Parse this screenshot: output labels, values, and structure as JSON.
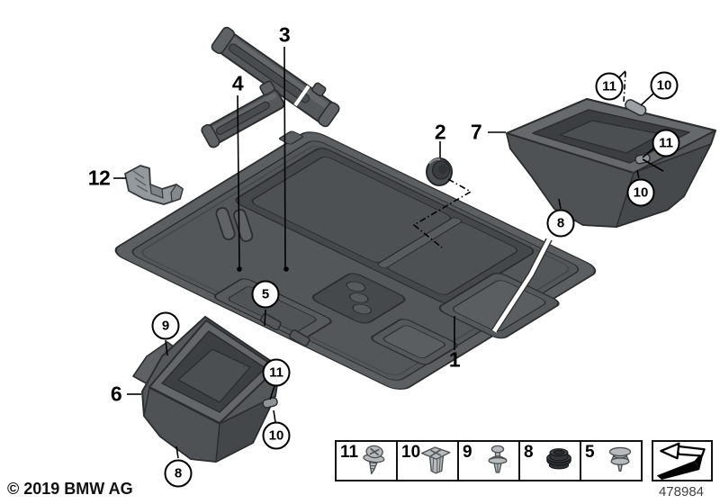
{
  "footer": {
    "copyright": "© 2019 BMW AG",
    "diagram_number": "478984"
  },
  "callouts": [
    {
      "label": "1",
      "style": "plain"
    },
    {
      "label": "2",
      "style": "plain"
    },
    {
      "label": "3",
      "style": "plain"
    },
    {
      "label": "4",
      "style": "plain"
    },
    {
      "label": "5",
      "style": "circled"
    },
    {
      "label": "6",
      "style": "plain"
    },
    {
      "label": "7",
      "style": "plain"
    },
    {
      "label": "8",
      "style": "circled"
    },
    {
      "label": "8",
      "style": "circled"
    },
    {
      "label": "9",
      "style": "circled"
    },
    {
      "label": "10",
      "style": "circled"
    },
    {
      "label": "10",
      "style": "circled"
    },
    {
      "label": "10",
      "style": "circled"
    },
    {
      "label": "11",
      "style": "circled"
    },
    {
      "label": "11",
      "style": "circled"
    },
    {
      "label": "11",
      "style": "circled"
    },
    {
      "label": "12",
      "style": "plain"
    }
  ],
  "legend": {
    "cells": [
      {
        "number": "11",
        "icon": "screw-icon"
      },
      {
        "number": "10",
        "icon": "expansion-nut-icon"
      },
      {
        "number": "9",
        "icon": "expanding-rivet-icon"
      },
      {
        "number": "8",
        "icon": "blind-plug-icon"
      },
      {
        "number": "5",
        "icon": "clip-icon"
      }
    ]
  },
  "colors": {
    "part_base": "#55585b",
    "part_light": "#66696c",
    "part_cavity": "#3c3f42",
    "outline": "#2b2d2f",
    "fastener_light": "#b7bbbe",
    "fastener_dark": "#34373a",
    "background": "#ffffff"
  }
}
